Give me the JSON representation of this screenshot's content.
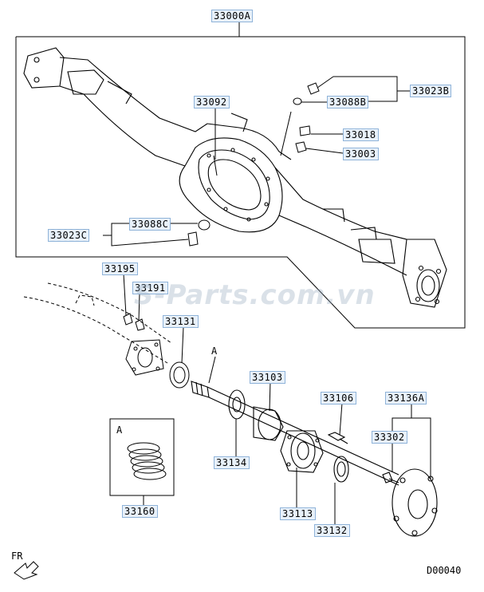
{
  "diagram": {
    "part_labels": {
      "p33000A": "33000A",
      "p33023B": "33023B",
      "p33088B": "33088B",
      "p33092": "33092",
      "p33018": "33018",
      "p33003": "33003",
      "p33088C": "33088C",
      "p33023C": "33023C",
      "p33195": "33195",
      "p33191": "33191",
      "p33131": "33131",
      "p33103": "33103",
      "p33106": "33106",
      "p33136A": "33136A",
      "p33302": "33302",
      "p33134": "33134",
      "p33113": "33113",
      "p33132": "33132",
      "p33160": "33160"
    },
    "callout_a_main": "A",
    "callout_a_detail": "A",
    "direction_label": "FR",
    "diagram_code": "D00040",
    "watermark": "S-Parts.com.vn",
    "colors": {
      "label_bg": "#e8f1fa",
      "label_border": "#8fb3d9",
      "line": "#000000"
    }
  }
}
